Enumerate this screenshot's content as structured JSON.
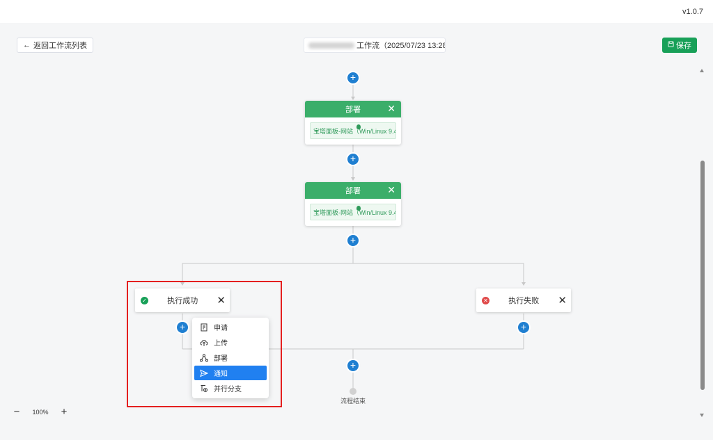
{
  "app": {
    "version": "v1.0.7"
  },
  "toolbar": {
    "back_label": "返回工作流列表",
    "title_suffix": "工作流（2025/07/23 13:28:",
    "save_label": "保存"
  },
  "nodes": [
    {
      "title": "部署",
      "chip": "宝塔面板-网站（Win/Linux 9.4"
    },
    {
      "title": "部署",
      "chip": "宝塔面板-网站（Win/Linux 9.4"
    }
  ],
  "branches": {
    "success": {
      "label": "执行成功",
      "color": "#18a058"
    },
    "failure": {
      "label": "执行失败",
      "color": "#e04a4a"
    }
  },
  "end_label": "流程结束",
  "menu": {
    "items": [
      {
        "label": "申请",
        "icon": "document-icon"
      },
      {
        "label": "上传",
        "icon": "cloud-upload-icon"
      },
      {
        "label": "部署",
        "icon": "deploy-icon"
      },
      {
        "label": "通知",
        "icon": "send-icon",
        "active": true
      },
      {
        "label": "并行分支",
        "icon": "branch-icon"
      }
    ]
  },
  "zoom": {
    "value": "100%"
  },
  "colors": {
    "primary": "#18a058",
    "accent_blue": "#2080f0",
    "highlight": "#e41f1f"
  }
}
